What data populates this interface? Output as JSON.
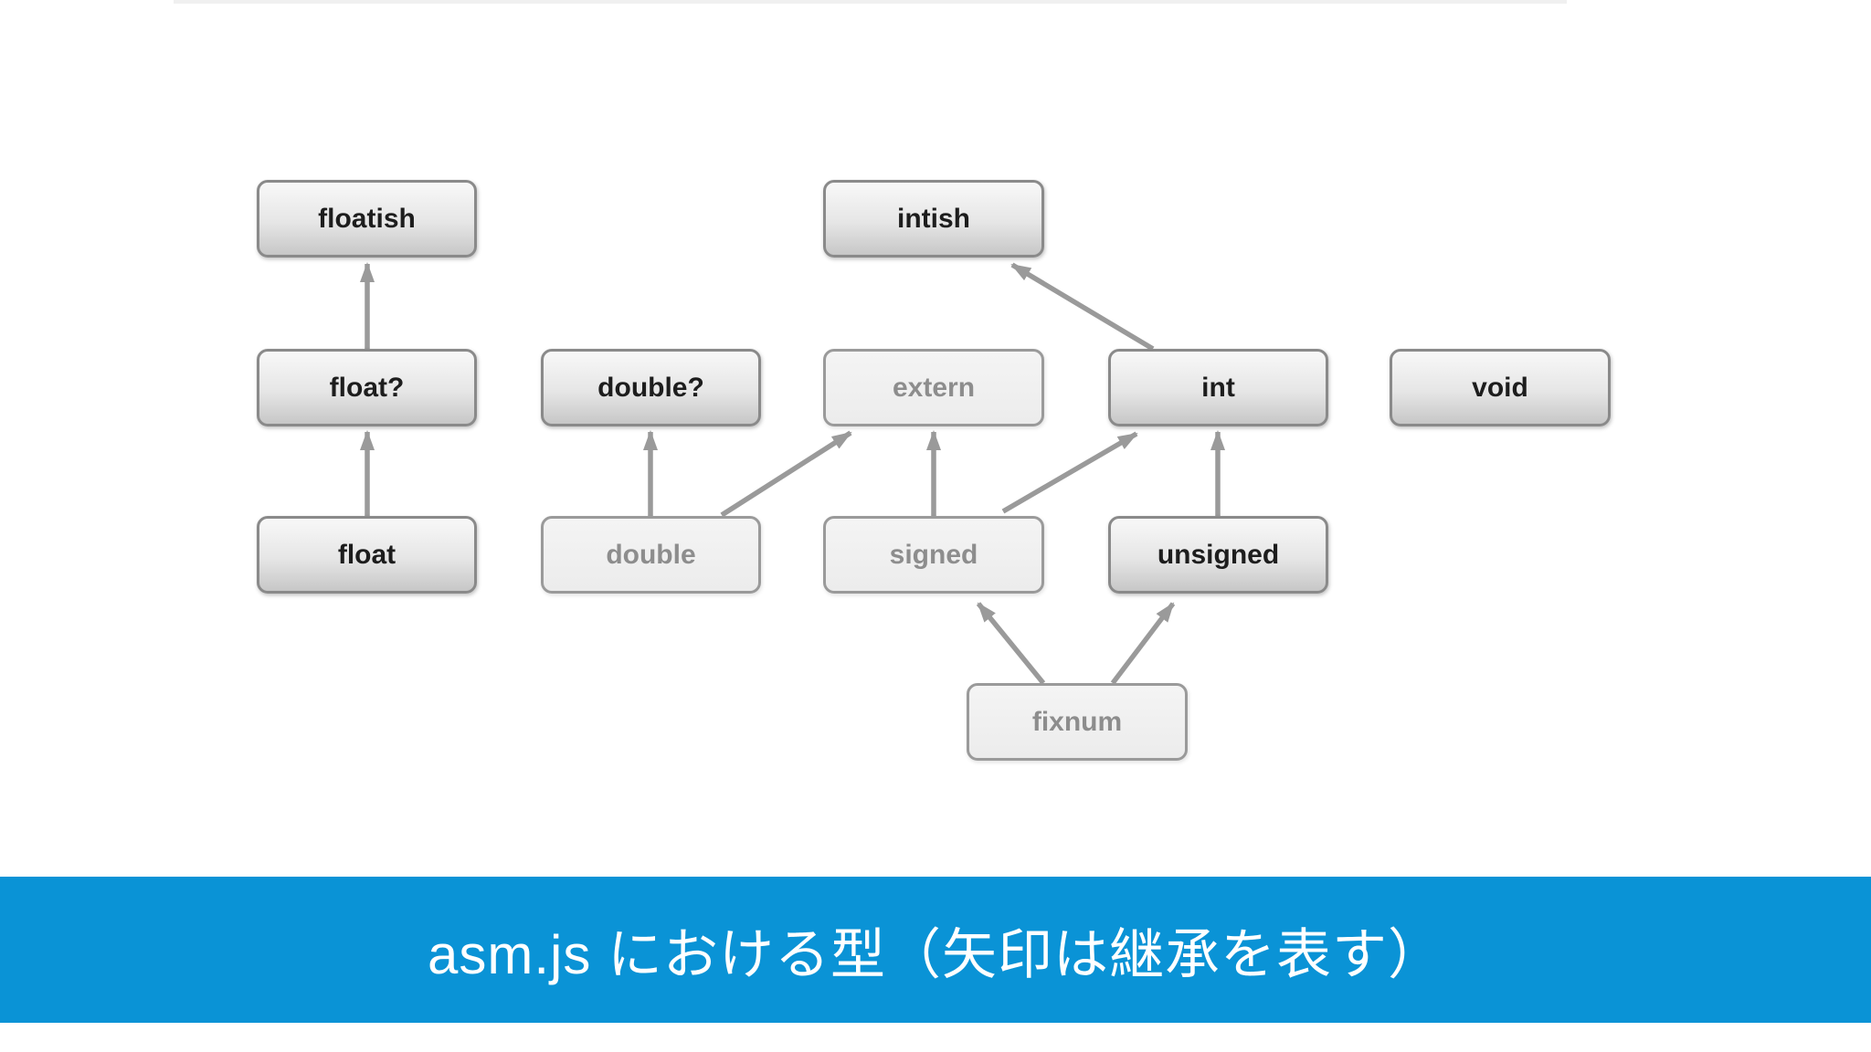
{
  "slide": {
    "background_color": "#ffffff",
    "top_edge_line_color": "#f0f0f0"
  },
  "diagram": {
    "arrow_color": "#9a9a9a",
    "node_gradient_border_color": "#8a8a8a",
    "node_flat_border_color": "#9a9a9a",
    "node_text_dark_color": "#1d1d1d",
    "node_text_gray_color": "#8d8d8d",
    "nodes": {
      "floatish": {
        "label": "floatish",
        "style": "gradient"
      },
      "intish": {
        "label": "intish",
        "style": "gradient"
      },
      "float_q": {
        "label": "float?",
        "style": "gradient"
      },
      "double_q": {
        "label": "double?",
        "style": "gradient"
      },
      "extern": {
        "label": "extern",
        "style": "flat"
      },
      "int": {
        "label": "int",
        "style": "gradient"
      },
      "void": {
        "label": "void",
        "style": "gradient"
      },
      "float": {
        "label": "float",
        "style": "gradient"
      },
      "double": {
        "label": "double",
        "style": "flat"
      },
      "signed": {
        "label": "signed",
        "style": "flat"
      },
      "unsigned": {
        "label": "unsigned",
        "style": "gradient"
      },
      "fixnum": {
        "label": "fixnum",
        "style": "flat"
      }
    },
    "edges": [
      {
        "from": "float",
        "to": "float?"
      },
      {
        "from": "float?",
        "to": "floatish"
      },
      {
        "from": "double",
        "to": "double?"
      },
      {
        "from": "double",
        "to": "extern"
      },
      {
        "from": "signed",
        "to": "extern"
      },
      {
        "from": "signed",
        "to": "int"
      },
      {
        "from": "unsigned",
        "to": "int"
      },
      {
        "from": "int",
        "to": "intish"
      },
      {
        "from": "fixnum",
        "to": "signed"
      },
      {
        "from": "fixnum",
        "to": "unsigned"
      }
    ]
  },
  "caption": {
    "text": "asm.js における型（矢印は継承を表す）",
    "background_color": "#0a93d6",
    "text_color": "#ffffff"
  }
}
